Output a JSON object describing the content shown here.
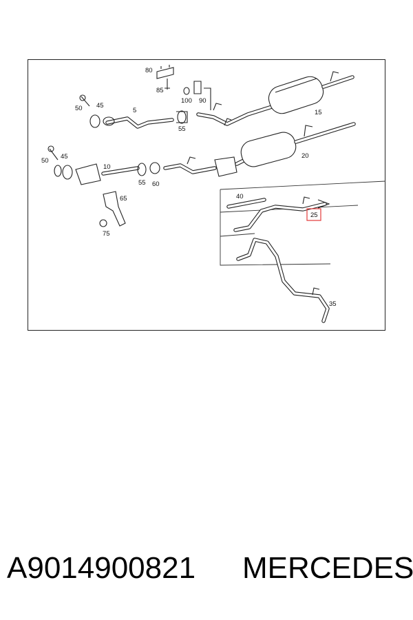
{
  "diagram": {
    "callouts": [
      "80",
      "85",
      "100",
      "90",
      "50",
      "45",
      "5",
      "55",
      "15",
      "20",
      "45",
      "50",
      "10",
      "55",
      "60",
      "65",
      "75",
      "40",
      "25",
      "35"
    ],
    "highlighted_callout": "25",
    "highlight_color": "#e23a3a"
  },
  "footer": {
    "part_number": "A9014900821",
    "brand": "MERCEDES"
  }
}
